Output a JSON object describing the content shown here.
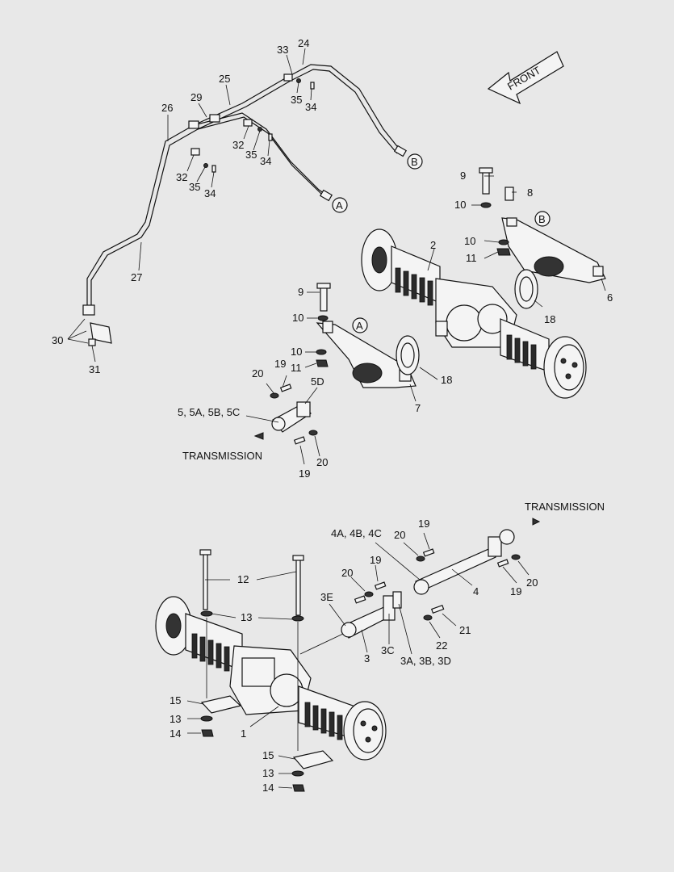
{
  "front_arrow": {
    "text": "FRONT"
  },
  "transmission": {
    "upper": "TRANSMISSION",
    "lower": "TRANSMISSION"
  },
  "connectors": {
    "a": "A",
    "b": "B",
    "a2": "A",
    "b2": "B"
  },
  "callouts": {
    "c33": "33",
    "c24": "24",
    "c25": "25",
    "c29": "29",
    "c26": "26",
    "c35a": "35",
    "c34a": "34",
    "c32a": "32",
    "c35b": "35",
    "c34b": "34",
    "c32b": "32",
    "c35c": "35",
    "c34c": "34",
    "c27": "27",
    "c30": "30",
    "c31": "31",
    "c9a": "9",
    "c8": "8",
    "c10a": "10",
    "c10b": "10",
    "c11a": "11",
    "c2": "2",
    "c6": "6",
    "c18a": "18",
    "c9b": "9",
    "c10c": "10",
    "c10d": "10",
    "c11b": "11",
    "c18b": "18",
    "c7": "7",
    "c19a": "19",
    "c20a": "20",
    "c5d": "5D",
    "c5group": "5, 5A, 5B, 5C",
    "c19b": "19",
    "c20b": "20",
    "c4group": "4A, 4B, 4C",
    "c20c": "20",
    "c19c": "19",
    "c19d": "19",
    "c20d": "20",
    "c4": "4",
    "c20e": "20",
    "c19e": "19",
    "c12": "12",
    "c13a": "13",
    "c3e": "3E",
    "c21": "21",
    "c22": "22",
    "c3": "3",
    "c3c": "3C",
    "c3group": "3A, 3B, 3D",
    "c15a": "15",
    "c13b": "13",
    "c14a": "14",
    "c1": "1",
    "c15b": "15",
    "c13c": "13",
    "c14b": "14"
  }
}
